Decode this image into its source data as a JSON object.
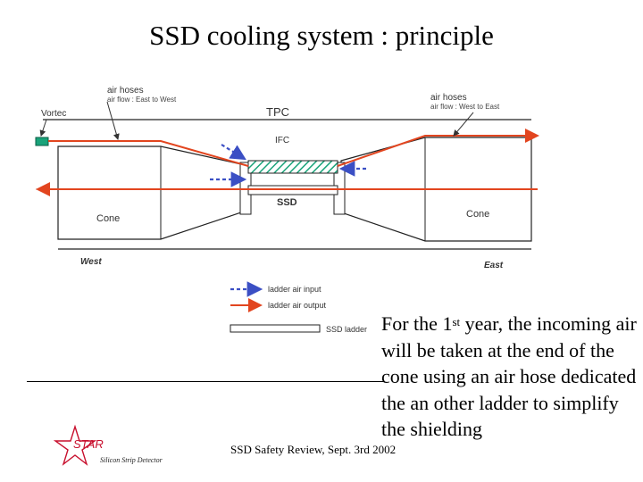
{
  "slide": {
    "title": "SSD cooling system : principle",
    "footer": "SSD Safety Review, Sept. 3rd 2002"
  },
  "body_text": {
    "prefix": "For the 1",
    "superscript": "st",
    "rest": " year, the incoming air will be taken at the end of the cone using an air hose dedicated the an other ladder to simplify the shielding"
  },
  "diagram": {
    "label_vortec": "Vortec",
    "label_tpc": "TPC",
    "label_ifc": "IFC",
    "label_ssd": "SSD",
    "label_cone_left": "Cone",
    "label_cone_right": "Cone",
    "label_west": "West",
    "label_east": "East",
    "hose_left_title": "air hoses",
    "hose_left_sub": "air flow : East to West",
    "hose_right_title": "air hoses",
    "hose_right_sub": "air flow : West to East",
    "colors": {
      "air_input": "#3b4fc4",
      "air_output": "#e2451f",
      "vortec": "#1aa37a",
      "ladder": "#1aa37a"
    }
  },
  "legend": {
    "input_label": "ladder air input",
    "output_label": "ladder air output",
    "ladder_label": "SSD ladder"
  },
  "logo": {
    "star_text": "STAR",
    "subtitle": "Silicon Strip Detector"
  }
}
